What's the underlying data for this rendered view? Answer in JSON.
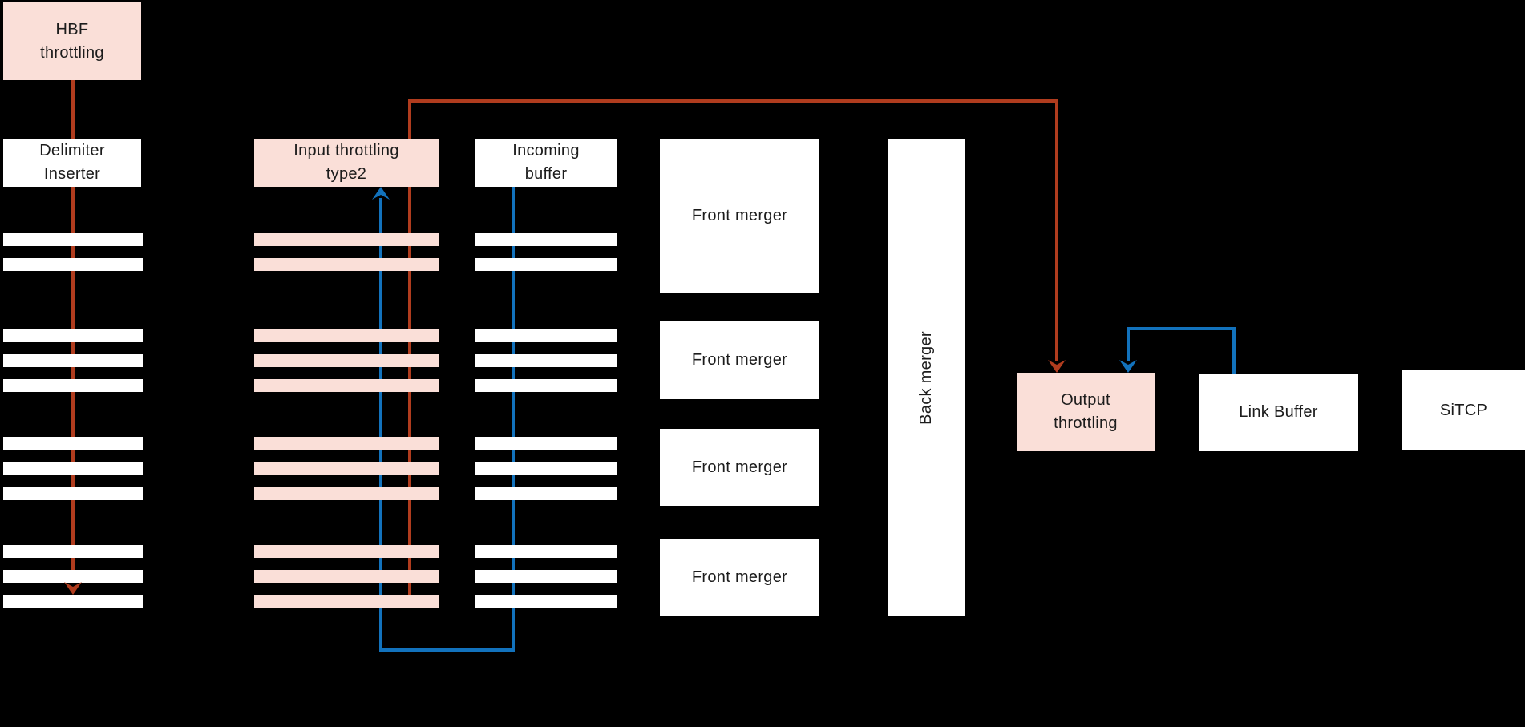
{
  "colors": {
    "background": "#000000",
    "pink_fill": "#fadfd8",
    "white_fill": "#ffffff",
    "red_line": "#b03c1e",
    "blue_line": "#1272bc",
    "text": "#1c1c1c"
  },
  "nodes": {
    "hbf_throttling": {
      "label": "HBF\nthrottling",
      "style": "pink"
    },
    "delimiter_inserter": {
      "label": "Delimiter\nInserter",
      "style": "white"
    },
    "input_throttling_type2": {
      "label": "Input throttling\ntype2",
      "style": "pink"
    },
    "incoming_buffer": {
      "label": "Incoming\nbuffer",
      "style": "white"
    },
    "front_mergers": [
      {
        "label": "Front merger"
      },
      {
        "label": "Front merger"
      },
      {
        "label": "Front merger"
      },
      {
        "label": "Front merger"
      }
    ],
    "back_merger": {
      "label": "Back merger",
      "style": "white"
    },
    "output_throttling": {
      "label": "Output\nthrottling",
      "style": "pink"
    },
    "link_buffer": {
      "label": "Link Buffer",
      "style": "white"
    },
    "sitcp": {
      "label": "SiTCP",
      "style": "white"
    }
  },
  "buffer_columns": [
    {
      "name": "delimiter-inserter-queue",
      "bar_style": "white",
      "group_sizes": [
        2,
        3,
        3,
        3
      ]
    },
    {
      "name": "input-throttling-queue",
      "bar_style": "pink",
      "group_sizes": [
        2,
        3,
        3,
        3
      ]
    },
    {
      "name": "incoming-buffer-queue",
      "bar_style": "white",
      "group_sizes": [
        2,
        3,
        3,
        3
      ]
    }
  ],
  "connections": [
    {
      "from": "hbf_throttling",
      "to": "delimiter_inserter_queue",
      "color": "red",
      "ends_with": "arrow-down"
    },
    {
      "from": "input_throttling_type2",
      "to": "output_throttling",
      "color": "red",
      "ends_with": "arrow-down"
    },
    {
      "from": "incoming_buffer_queue",
      "to": "input_throttling_type2",
      "color": "blue",
      "ends_with": "arrow-up"
    },
    {
      "from": "link_buffer",
      "to": "output_throttling",
      "color": "blue",
      "ends_with": "arrow-down"
    }
  ]
}
